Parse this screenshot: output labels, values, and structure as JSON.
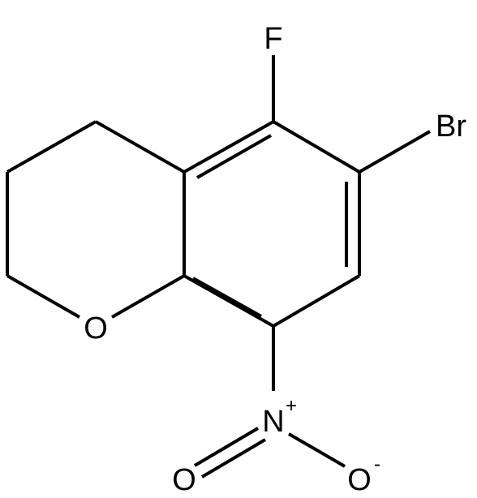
{
  "molecule": {
    "atoms": {
      "fluorine": "F",
      "bromine": "Br",
      "ring_oxygen": "O",
      "nitro_nitrogen": "N",
      "nitro_nitrogen_charge": "+",
      "nitro_oxygen_double": "O",
      "nitro_oxygen_single": "O",
      "nitro_oxygen_single_charge": "-"
    }
  }
}
